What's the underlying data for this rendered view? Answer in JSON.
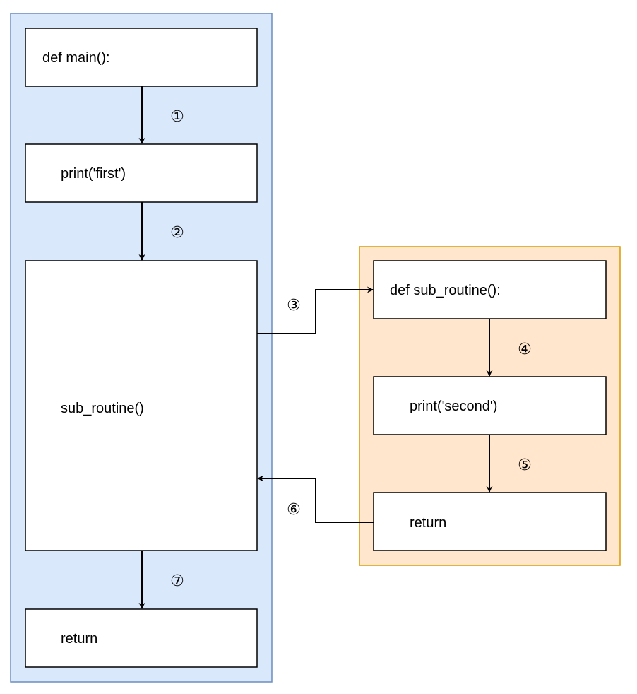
{
  "colors": {
    "main_group_fill": "#dae8fc",
    "main_group_stroke": "#6c8ebf",
    "sub_group_fill": "#ffe6cc",
    "sub_group_stroke": "#d79b00",
    "box_fill": "#ffffff",
    "line": "#000000"
  },
  "main_group": {
    "def_label": "def main():",
    "print_label": "print('first')",
    "call_label": "sub_routine()",
    "return_label": "return"
  },
  "sub_group": {
    "def_label": "def sub_routine():",
    "print_label": "print('second')",
    "return_label": "return"
  },
  "steps": [
    "①",
    "②",
    "③",
    "④",
    "⑤",
    "⑥",
    "⑦"
  ]
}
